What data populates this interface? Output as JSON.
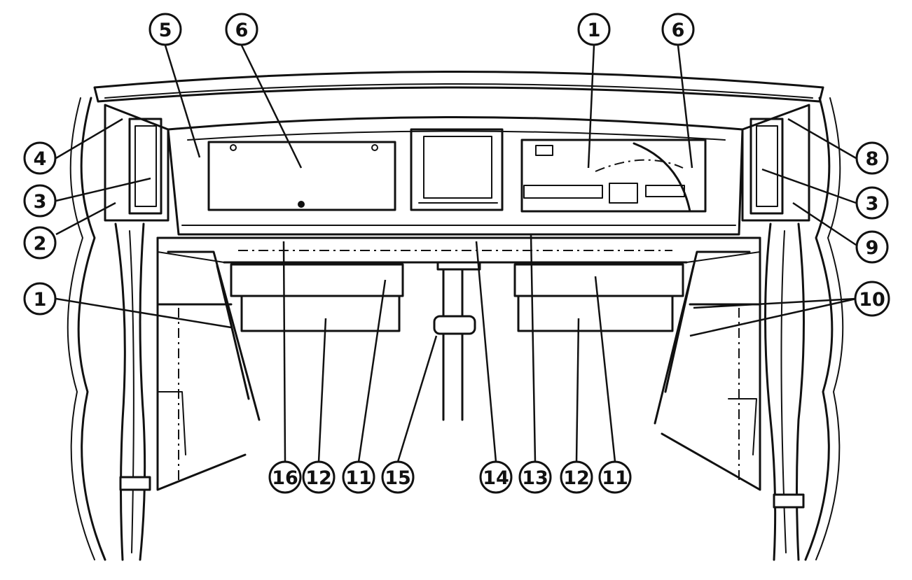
{
  "callouts": [
    {
      "id": "c-5-top",
      "label": "5"
    },
    {
      "id": "c-6-top-left",
      "label": "6"
    },
    {
      "id": "c-1-top",
      "label": "1"
    },
    {
      "id": "c-6-top-right",
      "label": "6"
    },
    {
      "id": "c-4-left",
      "label": "4"
    },
    {
      "id": "c-3-left",
      "label": "3"
    },
    {
      "id": "c-2-left",
      "label": "2"
    },
    {
      "id": "c-1-left",
      "label": "1"
    },
    {
      "id": "c-8-right",
      "label": "8"
    },
    {
      "id": "c-3-right",
      "label": "3"
    },
    {
      "id": "c-9-right",
      "label": "9"
    },
    {
      "id": "c-10-right",
      "label": "10"
    },
    {
      "id": "c-16-bottom",
      "label": "16"
    },
    {
      "id": "c-12-bottom-left",
      "label": "12"
    },
    {
      "id": "c-11-bottom-left",
      "label": "11"
    },
    {
      "id": "c-15-bottom",
      "label": "15"
    },
    {
      "id": "c-14-bottom",
      "label": "14"
    },
    {
      "id": "c-13-bottom",
      "label": "13"
    },
    {
      "id": "c-12-bottom-right",
      "label": "12"
    },
    {
      "id": "c-11-bottom-right",
      "label": "11"
    }
  ]
}
